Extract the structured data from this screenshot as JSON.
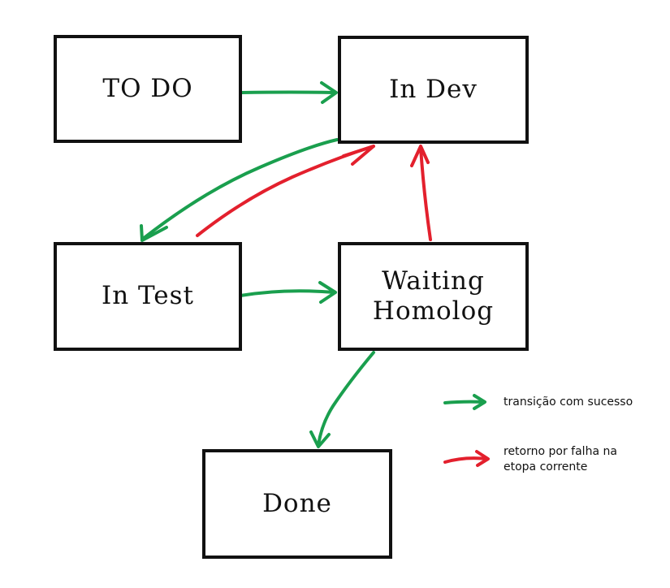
{
  "colors": {
    "success": "#1a9f4e",
    "failure": "#e3202d",
    "ink": "#111111"
  },
  "nodes": {
    "todo": "TO DO",
    "in_dev": "In Dev",
    "in_test": "In Test",
    "waiting_homolog": [
      "Waiting",
      "Homolog"
    ],
    "done": "Done"
  },
  "legend": {
    "success_label": "transição com sucesso",
    "failure_label_line1": "retorno por falha na",
    "failure_label_line2": "etopa corrente"
  }
}
